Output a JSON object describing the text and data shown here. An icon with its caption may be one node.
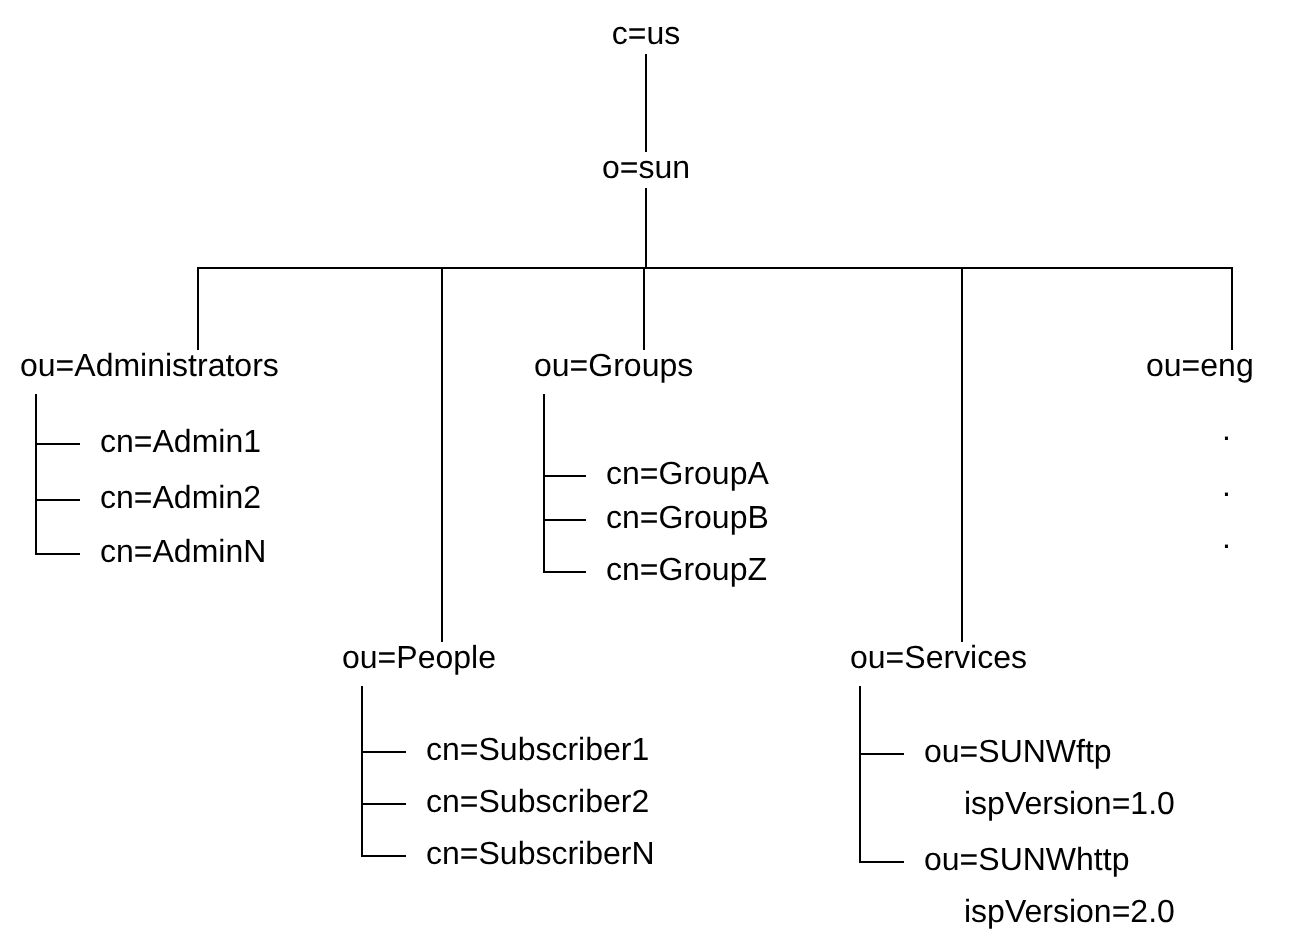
{
  "diagram": {
    "nodes": [
      {
        "text": [
          "c=us"
        ]
      },
      {
        "text": [
          "o=sun"
        ]
      },
      {
        "text": [
          "ou=Administrators"
        ]
      },
      {
        "text": [
          "ou=Groups"
        ]
      },
      {
        "text": [
          "ou=eng"
        ]
      },
      {
        "text": [
          "cn=Admin1"
        ]
      },
      {
        "text": [
          "cn=Admin2"
        ]
      },
      {
        "text": [
          "cn=AdminN"
        ]
      },
      {
        "text": [
          "cn=GroupA"
        ]
      },
      {
        "text": [
          "cn=GroupB"
        ]
      },
      {
        "text": [
          "cn=GroupZ"
        ]
      },
      {
        "text": [
          "ou=People"
        ]
      },
      {
        "text": [
          "ou=Services"
        ]
      },
      {
        "text": [
          "cn=Subscriber1"
        ]
      },
      {
        "text": [
          "cn=Subscriber2"
        ]
      },
      {
        "text": [
          "cn=SubscriberN"
        ]
      },
      {
        "text": [
          "ou=SUNWftp",
          "ispVersion=1.0"
        ]
      },
      {
        "text": [
          "ou=SUNWhttp",
          "ispVersion=2.0"
        ]
      }
    ],
    "edges": [
      {
        "from": 0,
        "to": 1,
        "arrow": "none"
      },
      {
        "from": 1,
        "to": 2,
        "arrow": "none"
      },
      {
        "from": 1,
        "to": 11,
        "arrow": "none"
      },
      {
        "from": 1,
        "to": 3,
        "arrow": "none"
      },
      {
        "from": 1,
        "to": 12,
        "arrow": "none"
      },
      {
        "from": 1,
        "to": 4,
        "arrow": "none"
      },
      {
        "from": 2,
        "to": 5,
        "arrow": "none"
      },
      {
        "from": 2,
        "to": 6,
        "arrow": "none"
      },
      {
        "from": 2,
        "to": 7,
        "arrow": "none"
      },
      {
        "from": 3,
        "to": 8,
        "arrow": "none"
      },
      {
        "from": 3,
        "to": 9,
        "arrow": "none"
      },
      {
        "from": 3,
        "to": 10,
        "arrow": "none"
      },
      {
        "from": 11,
        "to": 13,
        "arrow": "none"
      },
      {
        "from": 11,
        "to": 14,
        "arrow": "none"
      },
      {
        "from": 11,
        "to": 15,
        "arrow": "none"
      },
      {
        "from": 12,
        "to": 16,
        "arrow": "none"
      },
      {
        "from": 12,
        "to": 17,
        "arrow": "none"
      }
    ],
    "labels": [
      ".",
      ".",
      "."
    ]
  }
}
